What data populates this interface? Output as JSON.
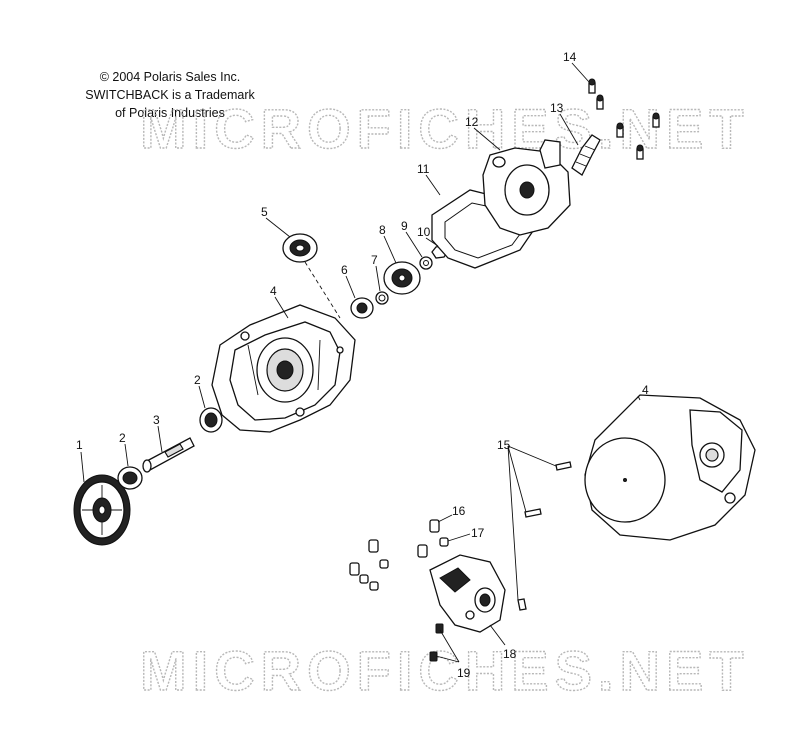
{
  "copyright": {
    "line1": "© 2004 Polaris Sales Inc.",
    "line2": "SWITCHBACK is a Trademark",
    "line3": "of Polaris Industries"
  },
  "watermark": {
    "top": "MICROFICHES.NET",
    "bottom": "MICROFICHES.NET"
  },
  "callouts": {
    "c1": "1",
    "c2a": "2",
    "c2b": "2",
    "c3": "3",
    "c4a": "4",
    "c4b": "4",
    "c5": "5",
    "c6": "6",
    "c7": "7",
    "c8": "8",
    "c9": "9",
    "c10": "10",
    "c11": "11",
    "c12": "12",
    "c13": "13",
    "c14": "14",
    "c15": "15",
    "c16": "16",
    "c17": "17",
    "c18": "18",
    "c19": "19"
  }
}
